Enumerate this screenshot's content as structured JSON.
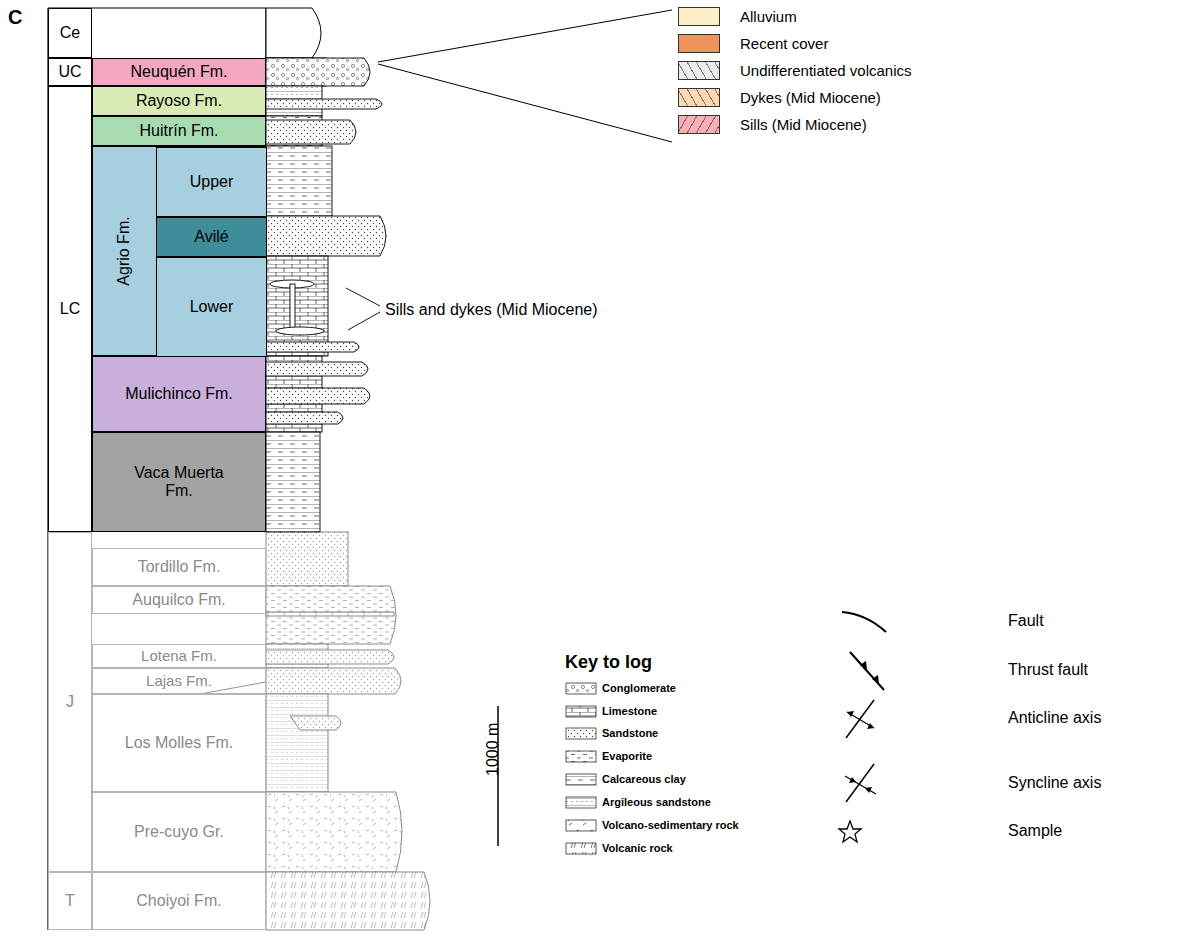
{
  "diagram": {
    "nodes": [
      {
        "text": [
          "Ce"
        ]
      },
      {
        "text": [
          "UC"
        ]
      },
      {
        "text": [
          "LC"
        ]
      },
      {
        "text": [
          "J"
        ]
      },
      {
        "text": [
          "T"
        ]
      },
      {
        "text": [
          "Neuquén Fm."
        ]
      },
      {
        "text": [
          "Rayoso Fm."
        ]
      },
      {
        "text": [
          "Huitrín Fm."
        ]
      },
      {
        "text": [
          "Agrio Fm."
        ]
      },
      {
        "text": [
          "Upper"
        ],
        "in": 8
      },
      {
        "text": [
          "Avilé"
        ],
        "in": 8
      },
      {
        "text": [
          "Lower"
        ],
        "in": 8
      },
      {
        "text": [
          "Mulichinco Fm."
        ]
      },
      {
        "text": [
          "Vaca Muerta Fm."
        ]
      },
      {
        "text": [
          "Tordillo Fm."
        ]
      },
      {
        "text": [
          "Auquilco Fm."
        ]
      },
      {
        "text": [
          "Lotena Fm."
        ]
      },
      {
        "text": [
          "Lajas Fm."
        ]
      },
      {
        "text": [
          "Los Molles Fm."
        ]
      },
      {
        "text": [
          "Pre-cuyo Gr."
        ]
      },
      {
        "text": [
          "Choiyoi Fm."
        ]
      }
    ],
    "labels": [
      "C",
      "Sills and dykes (Mid Miocene)",
      "Key to log",
      "1000 m"
    ],
    "legend": [
      {
        "text": "Alluvium",
        "color": "#fdf2c6"
      },
      {
        "text": "Recent cover",
        "color": "#f0925c"
      },
      {
        "text": "Undifferentiated volcanics",
        "color": "#ececec"
      },
      {
        "text": "Dykes (Mid Miocene)",
        "color": "#fcd9b4"
      },
      {
        "text": "Sills (Mid Miocene)",
        "color": "#f7b0b5"
      },
      {
        "text": "Conglomerate"
      },
      {
        "text": "Limestone"
      },
      {
        "text": "Sandstone"
      },
      {
        "text": "Evaporite"
      },
      {
        "text": "Calcareous clay"
      },
      {
        "text": "Argileous sandstone"
      },
      {
        "text": "Volcano-sedimentary rock"
      },
      {
        "text": "Volcanic rock"
      },
      {
        "text": "Fault"
      },
      {
        "text": "Thrust fault"
      },
      {
        "text": "Anticline axis"
      },
      {
        "text": "Syncline axis"
      },
      {
        "text": "Sample"
      }
    ]
  }
}
